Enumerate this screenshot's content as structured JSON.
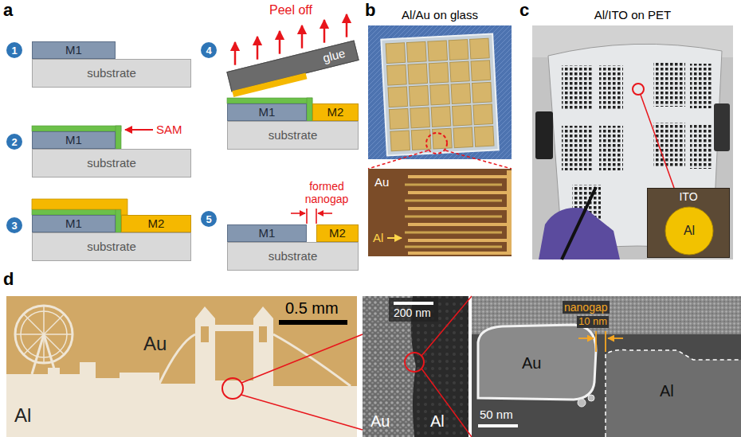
{
  "diagram": {
    "nodes": [
      {
        "text": [
          "M1"
        ]
      },
      {
        "text": [
          "substrate"
        ]
      },
      {
        "text": [
          "M1"
        ]
      },
      {
        "text": [
          "substrate"
        ]
      },
      {
        "text": [
          "M1"
        ]
      },
      {
        "text": [
          "M2"
        ]
      },
      {
        "text": [
          "substrate"
        ]
      },
      {
        "text": [
          "glue"
        ]
      },
      {
        "text": [
          "M1"
        ]
      },
      {
        "text": [
          "M2"
        ]
      },
      {
        "text": [
          "substrate"
        ]
      },
      {
        "text": [
          "M1"
        ]
      },
      {
        "text": [
          "M2"
        ]
      },
      {
        "text": [
          "substrate"
        ]
      },
      {
        "text": [
          "ITO"
        ]
      },
      {
        "text": [
          "Al"
        ],
        "in": 14
      }
    ],
    "labels": [
      "a",
      "1",
      "SAM",
      "2",
      "3",
      "4",
      "Peel off",
      "5",
      "formed nanogap",
      "b",
      "Al/Au on glass",
      "Au",
      "Al",
      "c",
      "Al/ITO on PET",
      "d",
      "0.5 mm",
      "Au",
      "Al",
      "200 nm",
      "Au",
      "Al",
      "nanogap",
      "10 nm",
      "Au",
      "Al",
      "50 nm"
    ]
  }
}
